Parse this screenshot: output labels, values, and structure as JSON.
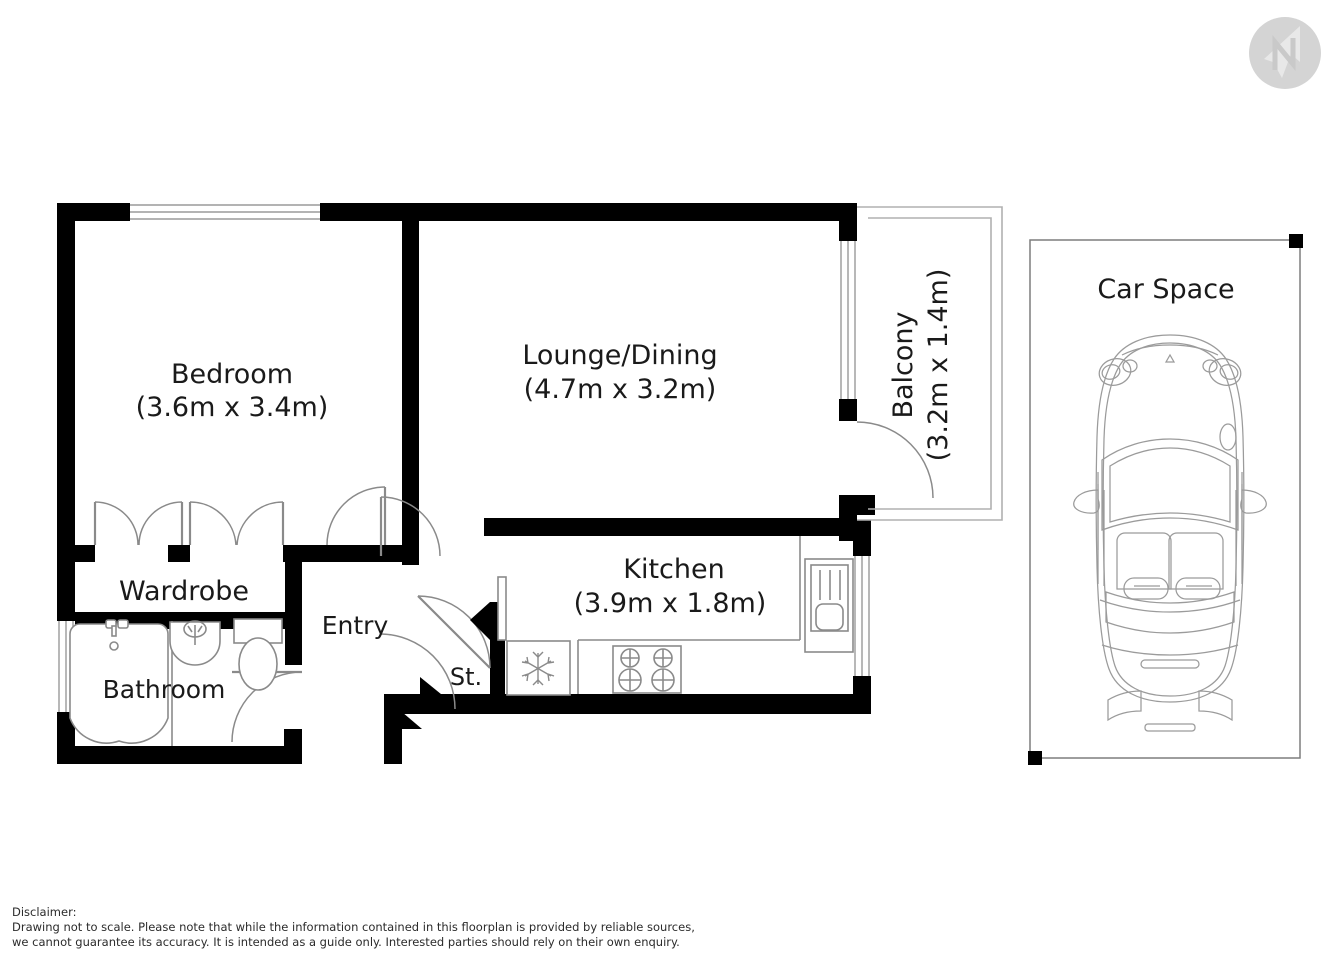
{
  "document": {
    "type": "floorplan",
    "title": "Apartment Floorplan"
  },
  "rooms": [
    {
      "id": "bedroom",
      "name": "Bedroom",
      "dimensions": "(3.6m x 3.4m)"
    },
    {
      "id": "lounge",
      "name": "Lounge/Dining",
      "dimensions": "(4.7m x 3.2m)"
    },
    {
      "id": "balcony",
      "name": "Balcony",
      "dimensions": "(3.2m x 1.4m)"
    },
    {
      "id": "kitchen",
      "name": "Kitchen",
      "dimensions": "(3.9m x 1.8m)"
    },
    {
      "id": "wardrobe",
      "name": "Wardrobe",
      "dimensions": ""
    },
    {
      "id": "bathroom",
      "name": "Bathroom",
      "dimensions": ""
    },
    {
      "id": "entry",
      "name": "Entry",
      "dimensions": ""
    },
    {
      "id": "store",
      "name": "St.",
      "dimensions": ""
    },
    {
      "id": "carspace",
      "name": "Car Space",
      "dimensions": ""
    }
  ],
  "labels": {
    "bedroom_name": "Bedroom",
    "bedroom_dims": "(3.6m x 3.4m)",
    "lounge_name": "Lounge/Dining",
    "lounge_dims": "(4.7m x 3.2m)",
    "balcony_name": "Balcony",
    "balcony_dims": "(3.2m x 1.4m)",
    "kitchen_name": "Kitchen",
    "kitchen_dims": "(3.9m x 1.8m)",
    "wardrobe_name": "Wardrobe",
    "bathroom_name": "Bathroom",
    "entry_name": "Entry",
    "store_name": "St.",
    "carspace_name": "Car Space"
  },
  "fixtures": [
    {
      "name": "bathtub",
      "room": "bathroom"
    },
    {
      "name": "wash-basin",
      "room": "bathroom"
    },
    {
      "name": "toilet",
      "room": "bathroom"
    },
    {
      "name": "refrigerator",
      "room": "kitchen"
    },
    {
      "name": "cooktop",
      "room": "kitchen"
    },
    {
      "name": "sink",
      "room": "kitchen"
    },
    {
      "name": "car",
      "room": "carspace"
    }
  ],
  "disclaimer": {
    "heading": "Disclaimer:",
    "line1": "Drawing not to scale. Please note that while the information contained in this floorplan is provided by reliable sources,",
    "line2": "we cannot guarantee its accuracy. It is intended as a guide only. Interested parties should rely on their  own enquiry."
  },
  "logo": {
    "name": "north-arrow-logo",
    "letter": "N",
    "color": "#d4d4d4"
  },
  "colors": {
    "wall": "#000000",
    "fixture_stroke": "#8a8a8a",
    "text": "#1a1a1a",
    "logo": "#d4d4d4",
    "background": "#ffffff"
  }
}
